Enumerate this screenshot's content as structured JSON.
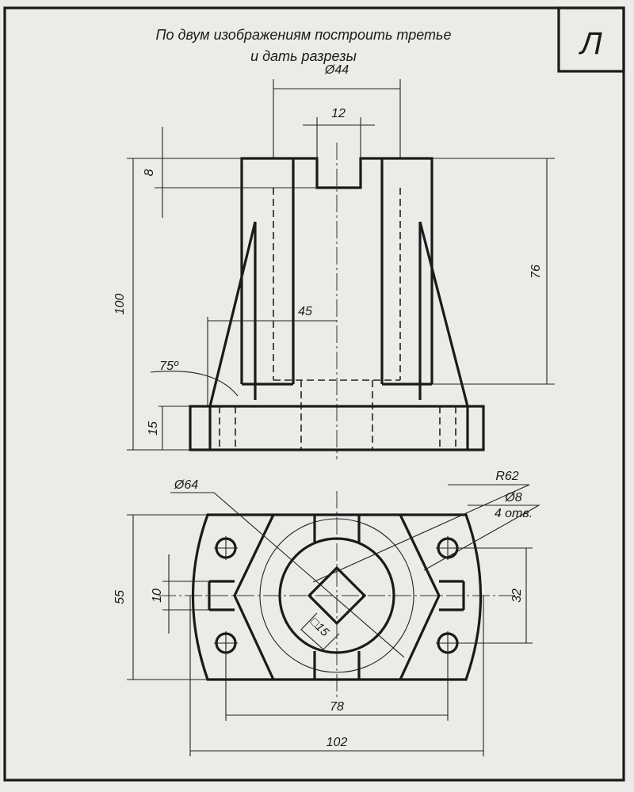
{
  "title": {
    "line1": "По двум изображениям построить третье",
    "line2": "и дать разрезы"
  },
  "variant_letter": "Л",
  "front_view": {
    "dims": {
      "bore_diameter": "Ø44",
      "slot_width": "12",
      "slot_depth": "8",
      "total_height": "100",
      "cylinder_height": "76",
      "rib_offset": "45",
      "rib_angle": "75º",
      "base_height": "15"
    }
  },
  "top_view": {
    "dims": {
      "circle_diameter": "Ø64",
      "arc_radius": "R62",
      "hole_diameter": "Ø8",
      "hole_count": "4 отв.",
      "width": "55",
      "slot_width": "10",
      "hole_spacing_y": "32",
      "hole_spacing_x": "78",
      "total_length": "102",
      "square": "□15"
    }
  }
}
